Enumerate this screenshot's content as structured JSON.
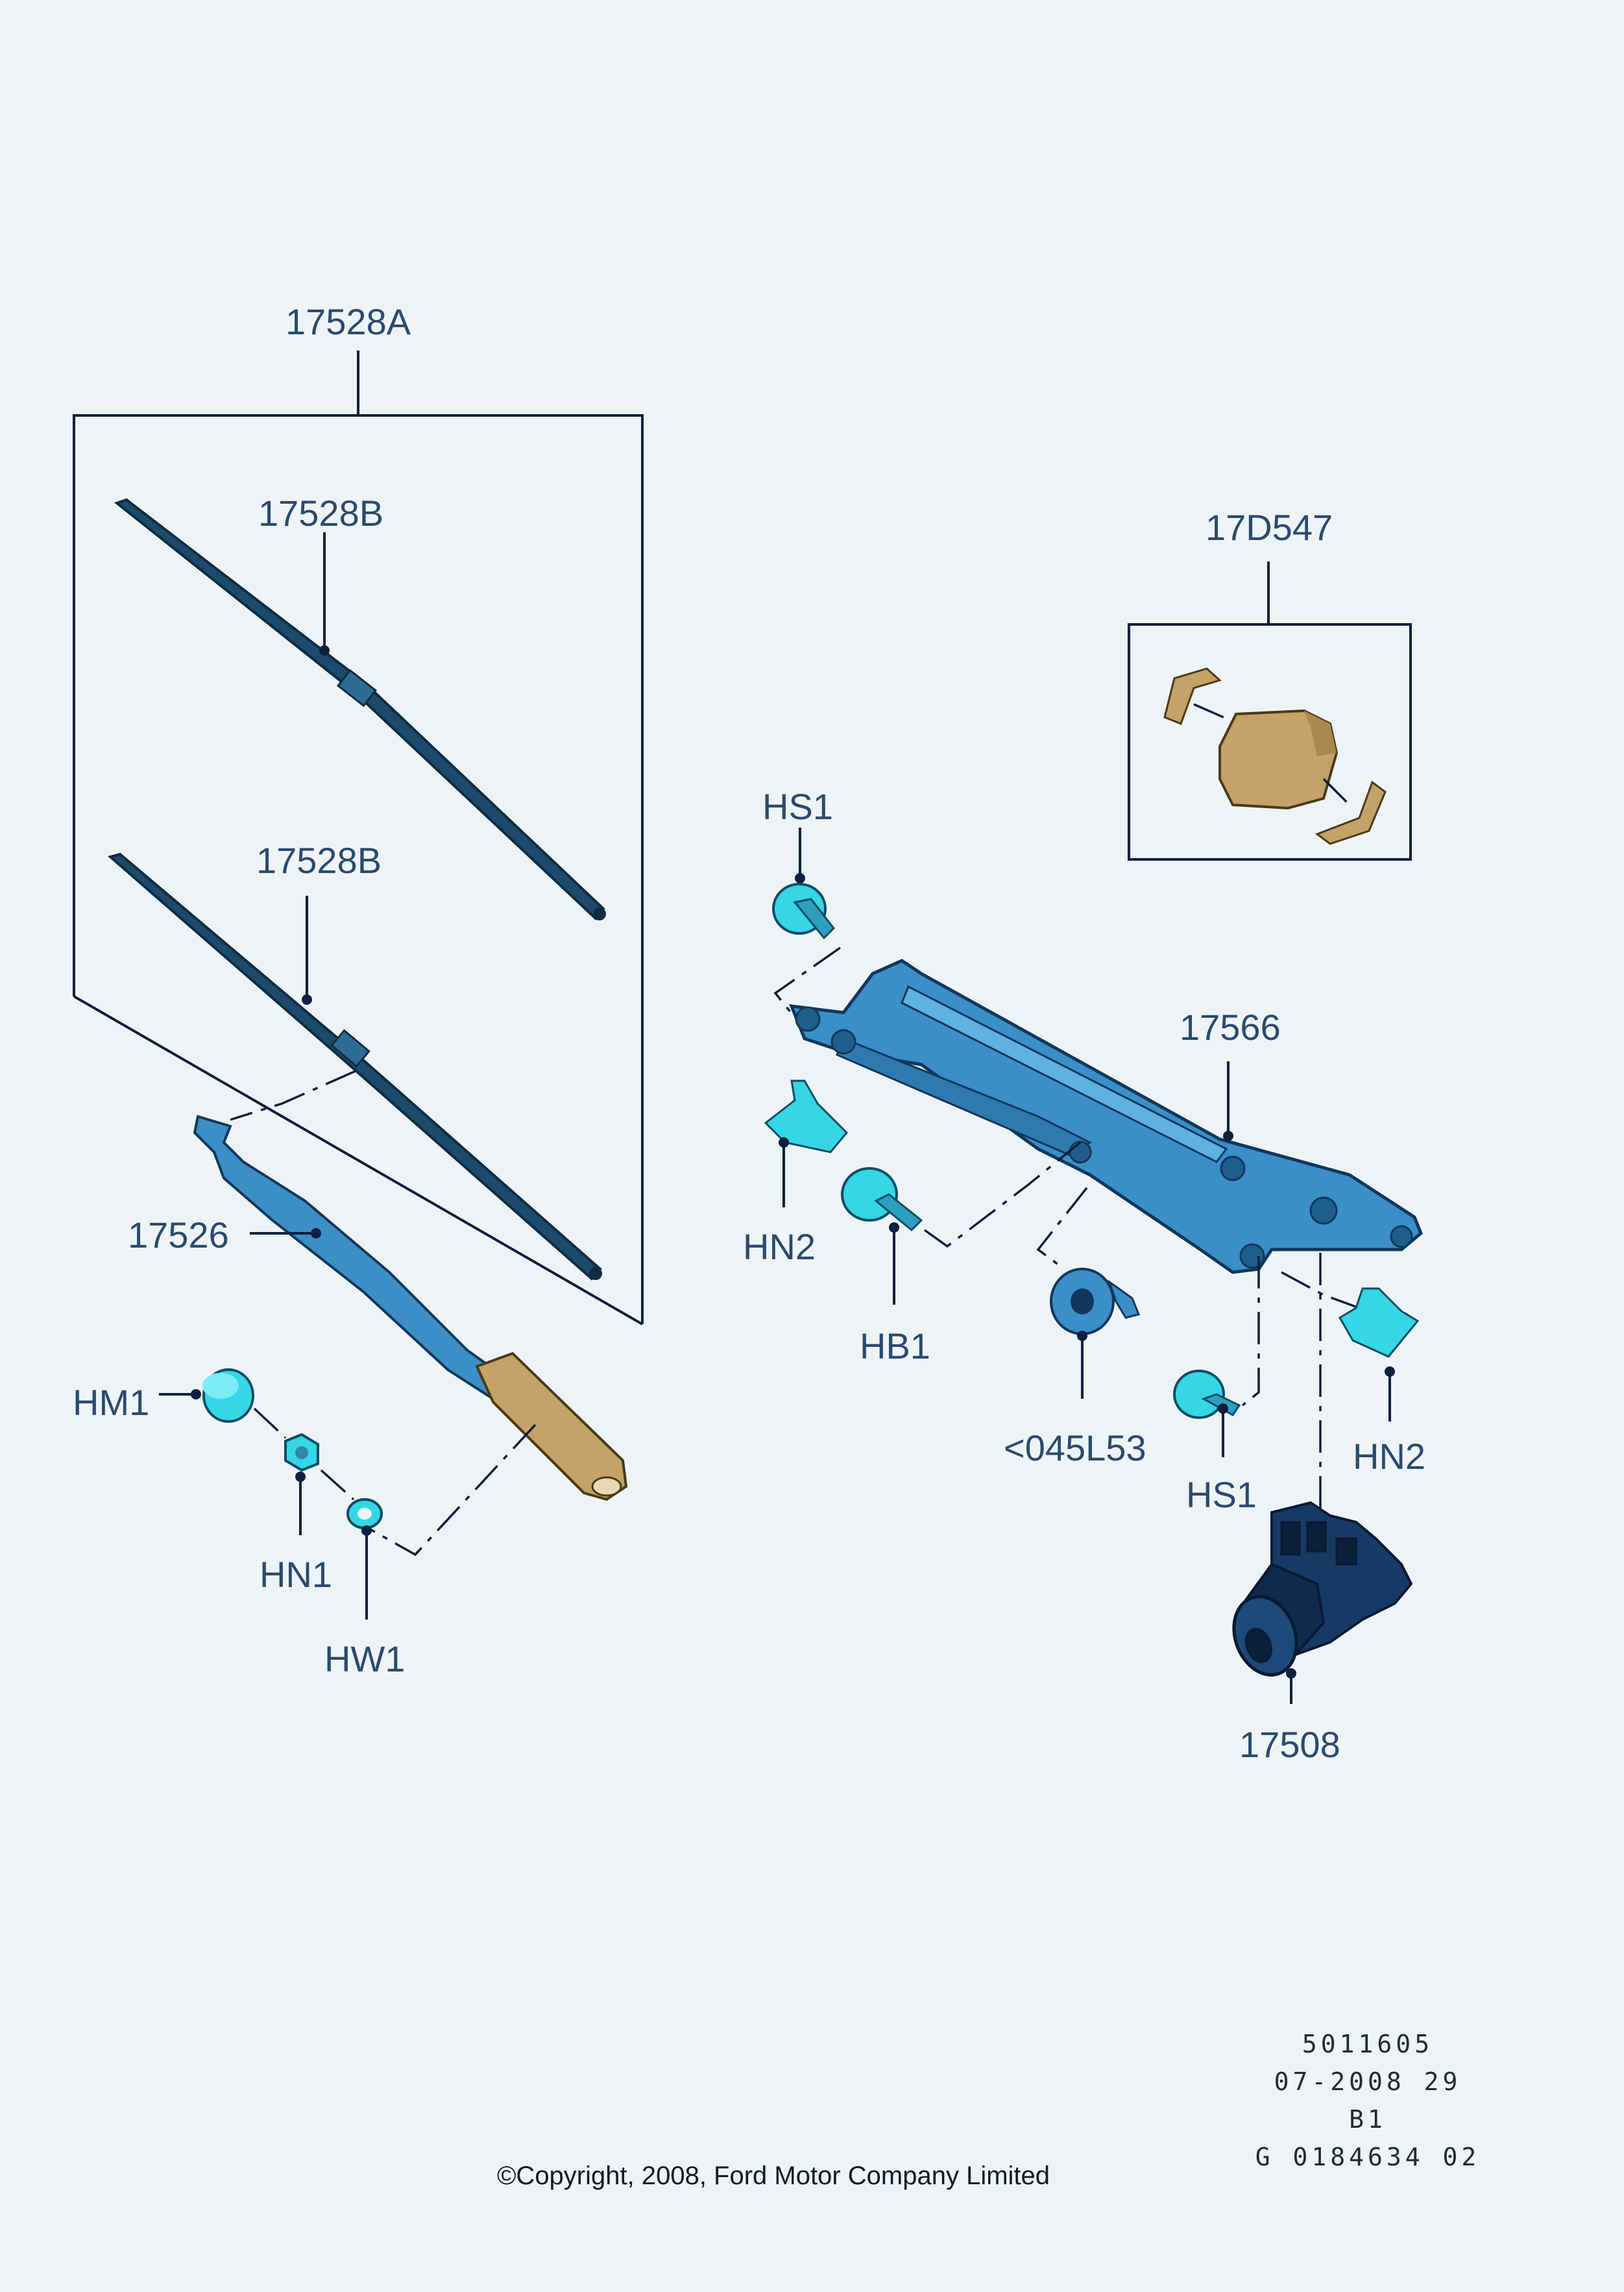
{
  "labels": {
    "kit": "17528A",
    "blade_top": "17528B",
    "blade_bottom": "17528B",
    "arm": "17526",
    "cap": "HM1",
    "nut": "HN1",
    "washer": "HW1",
    "bolt_top": "HS1",
    "clip_left": "HN2",
    "bolt_mid": "HB1",
    "bushing": "<045L53",
    "bolt_bottom": "HS1",
    "clip_right": "HN2",
    "linkage": "17566",
    "motor": "17508",
    "cover_kit": "17D547"
  },
  "meta": {
    "line1": "5011605",
    "line2": "07-2008 29",
    "line3": "B1",
    "line4": "G 0184634 02"
  },
  "copyright": "©Copyright, 2008, Ford Motor Company Limited",
  "colors": {
    "background": "#eef4f5",
    "ink": "#0e1f3f",
    "label": "#2a4a6e",
    "blade": "#1c4a6b",
    "blade_dark": "#0f2c44",
    "arm": "#3b8fc4",
    "linkage": "#3a8fc8",
    "cyan": "#35d6e6",
    "tan": "#c3a367",
    "motor": "#173a66"
  }
}
